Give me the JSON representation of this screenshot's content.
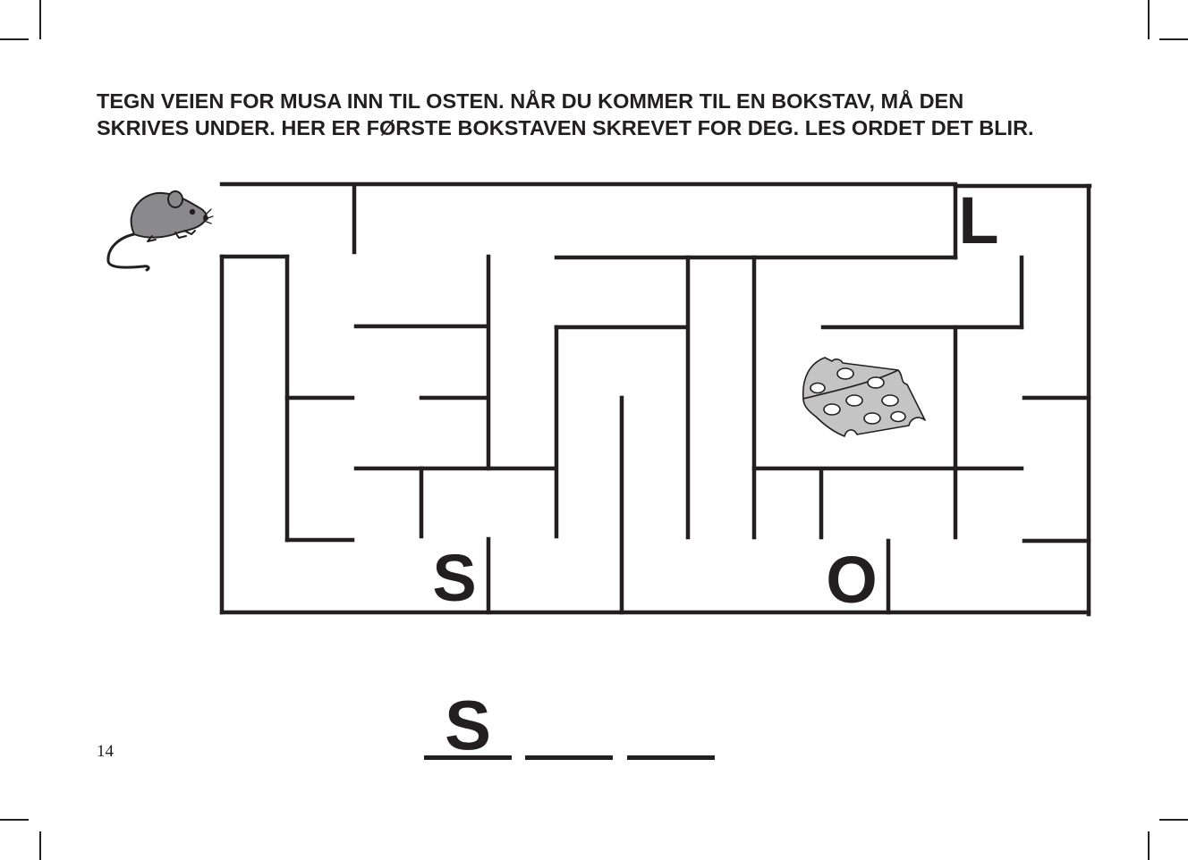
{
  "worksheet": {
    "instruction_lines": [
      "TEGN VEIEN FOR MUSA INN TIL OSTEN. NÅR DU KOMMER TIL EN BOKSTAV, MÅ DEN",
      "SKRIVES UNDER. HER ER FØRSTE BOKSTAVEN SKREVET FOR DEG. LES ORDET DET BLIR."
    ],
    "maze_letters": [
      "L",
      "S",
      "O"
    ],
    "answer": {
      "filled_letter": "S",
      "blank_count": 3
    },
    "page_number": "14"
  },
  "icons": {
    "start": "mouse-icon",
    "goal": "cheese-icon"
  },
  "colors": {
    "ink": "#231f20",
    "mouse_fill": "#8a8a8c",
    "cheese_fill": "#c4c4c4"
  }
}
